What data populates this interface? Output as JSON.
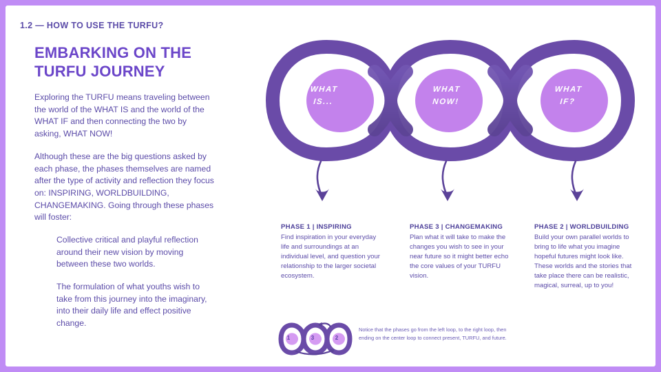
{
  "slide": {
    "border_color": "#c08cf5",
    "accent_color": "#6b46c9",
    "text_color": "#5b4ba8",
    "loop_ribbon_color": "#6a4ba8",
    "loop_circle_color": "#c382ec",
    "eyebrow": "1.2 — HOW TO USE THE TURFU?"
  },
  "left": {
    "headline": "EMBARKING ON THE TURFU JOURNEY",
    "paragraph_1": "Exploring the TURFU means traveling between the world of the WHAT IS and the world of the WHAT IF and then connecting the two by asking, WHAT NOW!",
    "paragraph_2": "Although these are the big questions asked by each phase, the phases themselves are named after the type of activity and reflection they focus on: INSPIRING, WORLDBUILDING, CHANGEMAKING. Going through these phases will foster:",
    "bullet_1": "Collective critical and playful reflection around their new vision by moving between these two worlds.",
    "bullet_2": "The formulation of what youths wish to take from this journey into the imaginary, into their daily life and effect positive change."
  },
  "diagram": {
    "loops": [
      {
        "id": "is",
        "line_1": "WHAT",
        "line_2": "IS..."
      },
      {
        "id": "now",
        "line_1": "WHAT",
        "line_2": "NOW!"
      },
      {
        "id": "if",
        "line_1": "WHAT",
        "line_2": "IF?"
      }
    ],
    "arrow_icon": "down-arrow-icon"
  },
  "phases": [
    {
      "title": "PHASE 1 | INSPIRING",
      "body": "Find inspiration in your everyday life and surroundings at an individual level, and question your relationship to the larger societal ecosystem."
    },
    {
      "title": "PHASE 3 | CHANGEMAKING",
      "body": "Plan what it will take to make the changes you wish to see in your near future so it might better echo the core values of your TURFU vision."
    },
    {
      "title": "PHASE 2 | WORLDBUILDING",
      "body": "Build your own parallel worlds to bring to life what you imagine hopeful futures might look like. These worlds and the stories that take place there can be realistic, magical, surreal, up to you!"
    }
  ],
  "footnote": {
    "mini_numbers": [
      "1",
      "3",
      "2"
    ],
    "text": "Notice that the phases go from the left loop, to the right loop, then ending on the center loop to connect present, TURFU, and future."
  }
}
